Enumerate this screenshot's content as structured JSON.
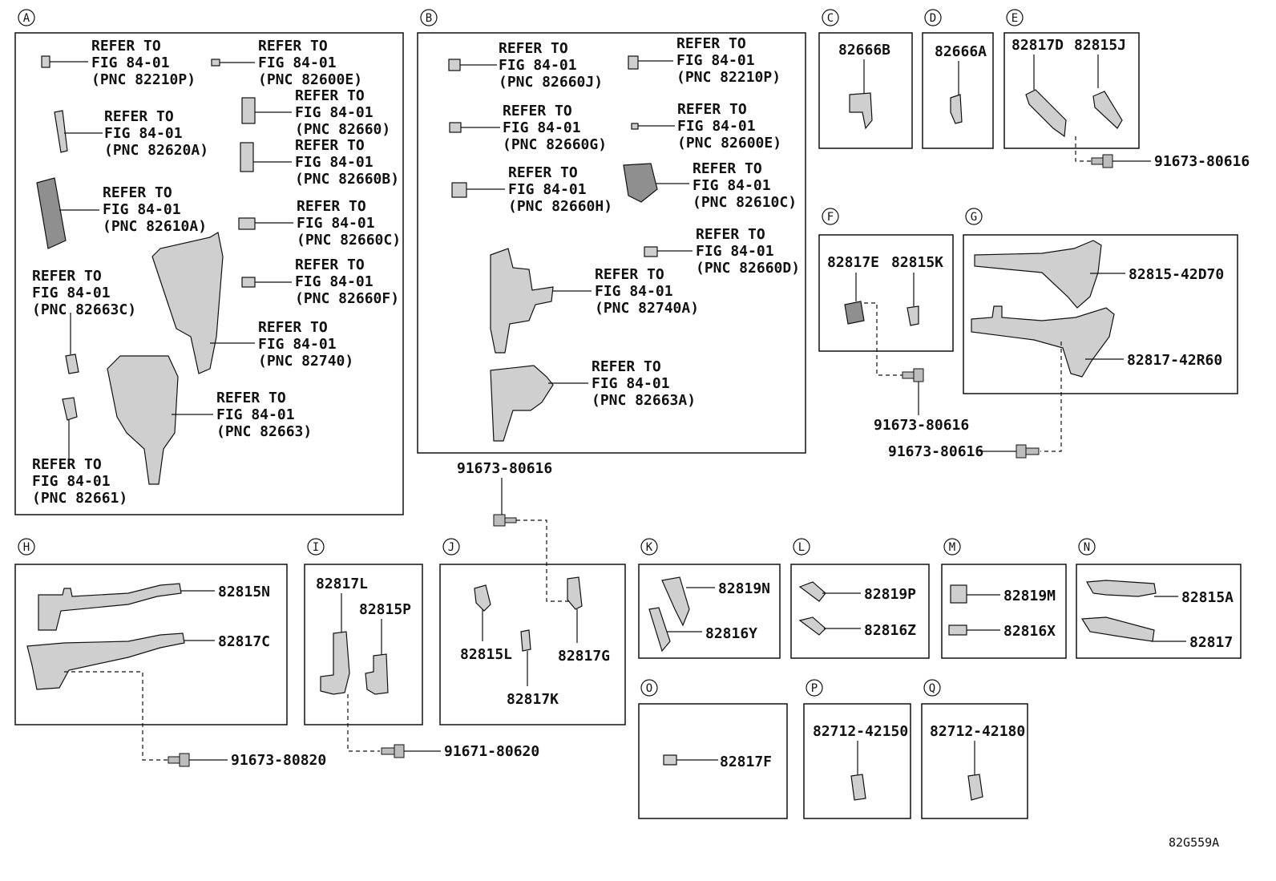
{
  "sections": [
    {
      "letter": "A"
    },
    {
      "letter": "B"
    },
    {
      "letter": "C"
    },
    {
      "letter": "D"
    },
    {
      "letter": "E"
    },
    {
      "letter": "F"
    },
    {
      "letter": "G"
    },
    {
      "letter": "H"
    },
    {
      "letter": "I"
    },
    {
      "letter": "J"
    },
    {
      "letter": "K"
    },
    {
      "letter": "L"
    },
    {
      "letter": "M"
    },
    {
      "letter": "N"
    },
    {
      "letter": "O"
    },
    {
      "letter": "P"
    },
    {
      "letter": "Q"
    }
  ],
  "refer": {
    "line1": "REFER TO",
    "line2": "FIG 84-01",
    "a": [
      "(PNC 82210P)",
      "(PNC 82600E)",
      "(PNC 82620A)",
      "(PNC 82660)",
      "(PNC 82660B)",
      "(PNC 82610A)",
      "(PNC 82660C)",
      "(PNC 82663C)",
      "(PNC 82660F)",
      "(PNC 82740)",
      "(PNC 82663)",
      "(PNC 82661)"
    ],
    "b": [
      "(PNC 82660J)",
      "(PNC 82210P)",
      "(PNC 82660G)",
      "(PNC 82600E)",
      "(PNC 82660H)",
      "(PNC 82610C)",
      "(PNC 82660D)",
      "(PNC 82740A)",
      "(PNC 82663A)"
    ]
  },
  "parts": {
    "c": "82666B",
    "d": "82666A",
    "e1": "82817D",
    "e2": "82815J",
    "f1": "82817E",
    "f2": "82815K",
    "g1": "82815-42D70",
    "g2": "82817-42R60",
    "h1": "82815N",
    "h2": "82817C",
    "i1": "82817L",
    "i2": "82815P",
    "j1": "82815L",
    "j2": "82817K",
    "j3": "82817G",
    "k1": "82819N",
    "k2": "82816Y",
    "l1": "82819P",
    "l2": "82816Z",
    "m1": "82819M",
    "m2": "82816X",
    "n1": "82815A",
    "n2": "82817",
    "o1": "82817F",
    "p1": "82712-42150",
    "q1": "82712-42180"
  },
  "bolts": {
    "b_top": "91673-80616",
    "e": "91673-80616",
    "f": "91673-80616",
    "g": "91673-80616",
    "h": "91673-80820",
    "i": "91671-80620"
  },
  "diagram_code": "82G559A"
}
